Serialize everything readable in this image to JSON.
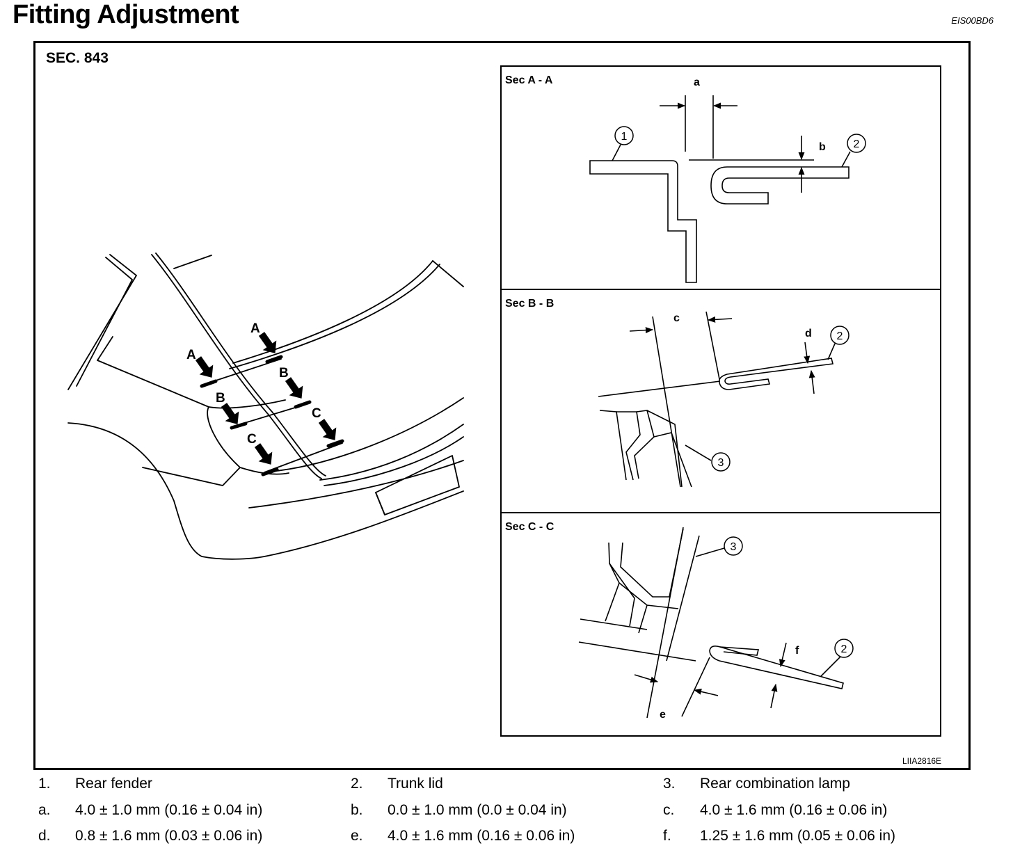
{
  "page": {
    "title": "Fitting Adjustment",
    "doc_id": "EIS00BD6"
  },
  "figure": {
    "section_label": "SEC. 843",
    "figure_id": "LIIA2816E",
    "view_labels": {
      "arrow_a1": "A",
      "arrow_a2": "A",
      "arrow_b1": "B",
      "arrow_b2": "B",
      "arrow_c1": "C",
      "arrow_c2": "C"
    },
    "panels": [
      {
        "title": "Sec A - A",
        "dims": [
          "a",
          "b"
        ],
        "callouts": [
          "1",
          "2"
        ]
      },
      {
        "title": "Sec B - B",
        "dims": [
          "c",
          "d"
        ],
        "callouts": [
          "2",
          "3"
        ]
      },
      {
        "title": "Sec C - C",
        "dims": [
          "f",
          "e"
        ],
        "callouts": [
          "3",
          "2"
        ]
      }
    ]
  },
  "legend": {
    "parts": [
      {
        "key": "1.",
        "text": "Rear fender"
      },
      {
        "key": "2.",
        "text": "Trunk lid"
      },
      {
        "key": "3.",
        "text": "Rear combination lamp"
      }
    ],
    "dimensions": [
      {
        "key": "a.",
        "text": "4.0 ± 1.0 mm (0.16 ± 0.04 in)"
      },
      {
        "key": "b.",
        "text": "0.0 ± 1.0 mm (0.0 ± 0.04 in)"
      },
      {
        "key": "c.",
        "text": "4.0 ± 1.6 mm (0.16 ± 0.06 in)"
      },
      {
        "key": "d.",
        "text": "0.8 ± 1.6 mm (0.03 ± 0.06 in)"
      },
      {
        "key": "e.",
        "text": "4.0 ± 1.6 mm (0.16 ± 0.06 in)"
      },
      {
        "key": "f.",
        "text": "1.25 ± 1.6 mm (0.05 ± 0.06 in)"
      }
    ]
  }
}
